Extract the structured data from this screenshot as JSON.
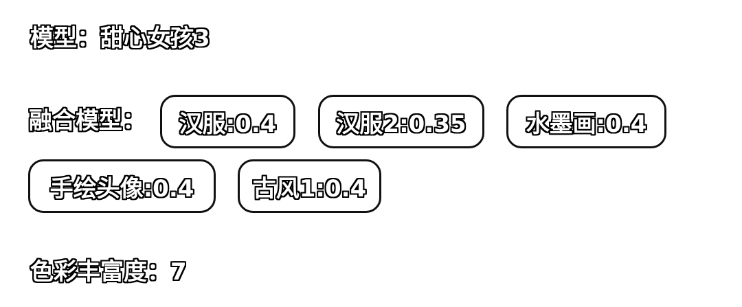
{
  "model": {
    "label": "模型：",
    "value": "甜心女孩3"
  },
  "fusion": {
    "label": "融合模型：",
    "chips": [
      "汉服:0.4",
      "汉服2:0.35",
      "水墨画:0.4",
      "手绘头像:0.4",
      "古风1:0.4"
    ]
  },
  "color_richness": {
    "label": "色彩丰富度：",
    "value": "7"
  }
}
